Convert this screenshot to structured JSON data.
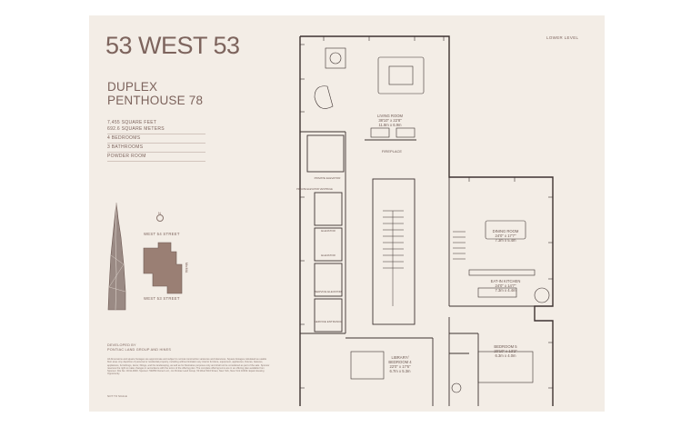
{
  "brand": {
    "name": "53 WEST 53"
  },
  "property": {
    "title_line1": "DUPLEX",
    "title_line2": "PENTHOUSE 78"
  },
  "facts": [
    "7,455 SQUARE FEET",
    "692.6 SQUARE METERS",
    "4 BEDROOMS",
    "3 BATHROOMS",
    "POWDER ROOM"
  ],
  "level": "LOWER LEVEL",
  "keyplan": {
    "north": "N",
    "street_north": "WEST 54 STREET",
    "street_south": "WEST 53 STREET",
    "avenue": "MoMA"
  },
  "developer": {
    "line1": "DEVELOPED BY",
    "line2": "PONTIAC LAND GROUP AND HINES"
  },
  "disclaimer": "All dimensions and square footages are approximate and subject to normal construction variances and tolerances. Square footages calculated as usable floor area. Any depiction of personal or residential property, including without limitation any interior furniture, equipment, appliances, fixtures, features, appliances, furnishings, decor, fittings, and the landscaping, as well as for illustrative purposes only and shall not be considered as part of the sale. Sponsor reserves the right to make changes in accordance with the terms of the offering plan. The complete offering terms are in an offering plan available from Sponsor. File No. CD11-0000. Sponsor: 53W53 Owner LLC, c/o Pontiac Land Group, 53 West 53rd Street, New York, New York 10019. Equal Housing Opportunity.",
  "note_ref": "NOT TO SCALE",
  "rooms": {
    "living": {
      "name": "LIVING ROOM",
      "imperial": "38'10\" x 22'8\"",
      "metric": "11.8m x 6.9m"
    },
    "fireplace": "FIREPLACE",
    "private_elevator": "PRIVATE ELEVATOR",
    "private_elevator_vest": "PRIVATE ELEVATOR VESTIBULE",
    "elevator1": "ELEVATOR",
    "elevator2": "ELEVATOR",
    "service_elevator": "SERVICE ELEVATOR",
    "service_entrance": "SERVICE ENTRANCE",
    "dining": {
      "name": "DINING ROOM",
      "imperial": "24'0\" x 17'7\"",
      "metric": "7.3m x 5.4m"
    },
    "kitchen": {
      "name": "EAT-IN KITCHEN",
      "imperial": "24'0\" x 14'7\"",
      "metric": "7.3m x 4.4m"
    },
    "library": {
      "name_line1": "LIBRARY/",
      "name_line2": "BEDROOM 4",
      "imperial": "22'0\" x 17'6\"",
      "metric": "6.7m x 5.3m"
    },
    "bedroom5": {
      "name": "BEDROOM 5",
      "imperial": "20'10\" x 13'2\"",
      "metric": "6.3m x 4.0m"
    }
  }
}
